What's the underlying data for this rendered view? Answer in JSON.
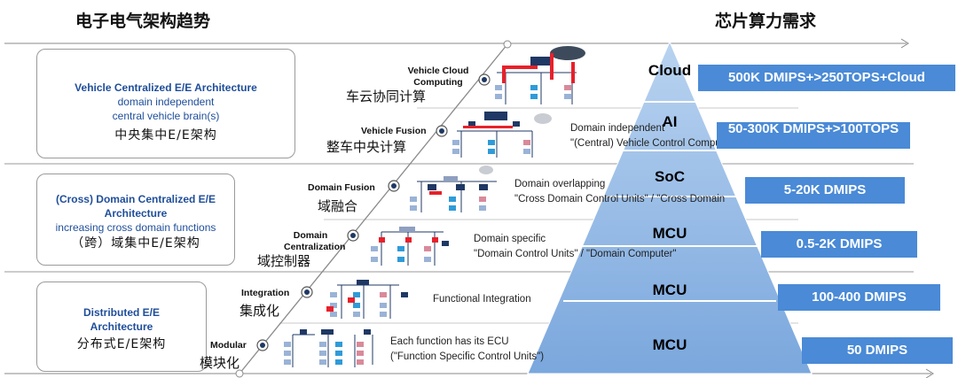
{
  "headers": {
    "left": "电子电气架构趋势",
    "right": "芯片算力需求"
  },
  "architectures": [
    {
      "title": "Vehicle Centralized E/E Architecture",
      "sub1": "domain independent",
      "sub2": "central vehicle brain(s)",
      "zh": "中央集中E/E架构"
    },
    {
      "title": "(Cross) Domain Centralized E/E Architecture",
      "sub1": "increasing cross domain functions",
      "sub2": "",
      "zh": "（跨）域集中E/E架构"
    },
    {
      "title": "Distributed E/E Architecture",
      "sub1": "",
      "sub2": "",
      "zh": "分布式E/E架构"
    }
  ],
  "stages": [
    {
      "label": "Modular",
      "zh": "模块化",
      "desc1": "Each function has its ECU",
      "desc2": "(\"Function Specific Control Units\")"
    },
    {
      "label": "Integration",
      "zh": "集成化",
      "desc1": "Functional Integration",
      "desc2": ""
    },
    {
      "label": "Domain Centralization",
      "zh": "域控制器",
      "desc1": "Domain specific",
      "desc2": "\"Domain Control Units\" / \"Domain Computer\""
    },
    {
      "label": "Domain Fusion",
      "zh": "域融合",
      "desc1": "Domain overlapping",
      "desc2": "\"Cross Domain Control Units\" / \"Cross Domain"
    },
    {
      "label": "Vehicle Fusion",
      "zh": "整车中央计算",
      "desc1": "Domain independent",
      "desc2": "\"(Central) Vehicle Control Computer\""
    },
    {
      "label": "Vehicle Cloud Computing",
      "zh": "车云协同计算",
      "desc1": "",
      "desc2": ""
    }
  ],
  "pyramid": [
    {
      "layer": "Cloud",
      "compute": "500K DMIPS+>250TOPS+Cloud"
    },
    {
      "layer": "AI",
      "compute": "50-300K DMIPS+>100TOPS"
    },
    {
      "layer": "SoC",
      "compute": "5-20K DMIPS"
    },
    {
      "layer": "MCU",
      "compute": "0.5-2K DMIPS"
    },
    {
      "layer": "MCU",
      "compute": "100-400 DMIPS"
    },
    {
      "layer": "MCU",
      "compute": "50 DMIPS"
    }
  ],
  "colors": {
    "accent": "#4a8ad6",
    "title_blue": "#1f4e9a",
    "pyramid_fill": "#8fb6e4",
    "ecu_red": "#e8202a",
    "ecu_blue": "#2f9bd9",
    "node_navy": "#1f3864"
  }
}
